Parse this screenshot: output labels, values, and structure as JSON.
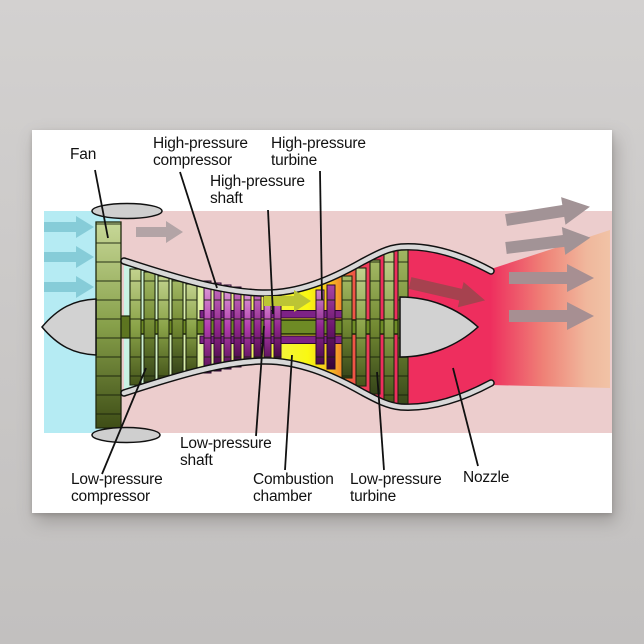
{
  "poster": {
    "title_semantic": "Axial-flow turbofan jet engine cutaway diagram",
    "labels": {
      "fan": {
        "line1": "Fan"
      },
      "high_pressure_compressor": {
        "line1": "High-pressure",
        "line2": "compressor"
      },
      "high_pressure_shaft": {
        "line1": "High-pressure",
        "line2": "shaft"
      },
      "high_pressure_turbine": {
        "line1": "High-pressure",
        "line2": "turbine"
      },
      "low_pressure_compressor": {
        "line1": "Low-pressure",
        "line2": "compressor"
      },
      "low_pressure_shaft": {
        "line1": "Low-pressure",
        "line2": "shaft"
      },
      "combustion_chamber": {
        "line1": "Combustion",
        "line2": "chamber"
      },
      "low_pressure_turbine": {
        "line1": "Low-pressure",
        "line2": "turbine"
      },
      "nozzle": {
        "line1": "Nozzle"
      }
    },
    "palette": {
      "wall_gray": "#cbc9c8",
      "poster_bg": "#ffffff",
      "intake_air_cyan": "#b5ebf3",
      "bypass_air_pink": "#eccdcd",
      "intake_arrow": "#86ccd8",
      "bypass_arrow": "#b3a4a6",
      "exhaust_arrow": "#a29396",
      "combustor_arrow": "#bcc534",
      "core_exhaust_arrow": "#a6424f",
      "fan_blade_green": "#87a04a",
      "compressor_green": "#8aa348",
      "hp_compressor_magenta": "#b23cae",
      "hp_turbine_purple": "#8f2490",
      "lp_turbine_green": "#728932",
      "combustion_yellow": "#f9f812",
      "exhaust_red": "#ee2e5e",
      "casing_gray": "#d8d8d8",
      "shaft_green": "#6e8b25",
      "shaft_purple": "#7d2286",
      "label_text": "#111111"
    }
  }
}
